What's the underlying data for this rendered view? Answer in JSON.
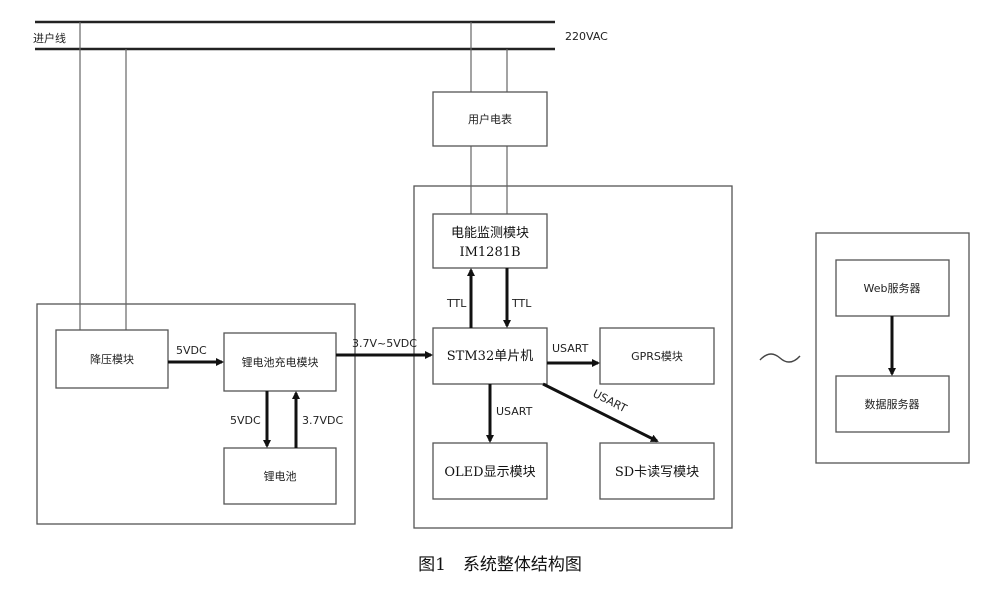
{
  "power_line": {
    "incoming_label": "进户线",
    "voltage_label": "220VAC"
  },
  "blocks": {
    "meter": "用户电表",
    "energy_monitor_line1": "电能监测模块",
    "energy_monitor_line2": "IM1281B",
    "step_down": "降压模块",
    "charger": "锂电池充电模块",
    "battery": "锂电池",
    "mcu": "STM32单片机",
    "gprs": "GPRS模块",
    "oled": "OLED显示模块",
    "sd": "SD卡读写模块",
    "web_server": "Web服务器",
    "db_server": "数据服务器"
  },
  "signals": {
    "v5_a": "5VDC",
    "v5_b": "5VDC",
    "v37": "3.7VDC",
    "v_range": "3.7V~5VDC",
    "ttl_up": "TTL",
    "ttl_down": "TTL",
    "usart_gprs": "USART",
    "usart_oled": "USART",
    "usart_sd": "USART"
  },
  "wireless_link_symbol": "~",
  "caption": "图1　系统整体结构图"
}
